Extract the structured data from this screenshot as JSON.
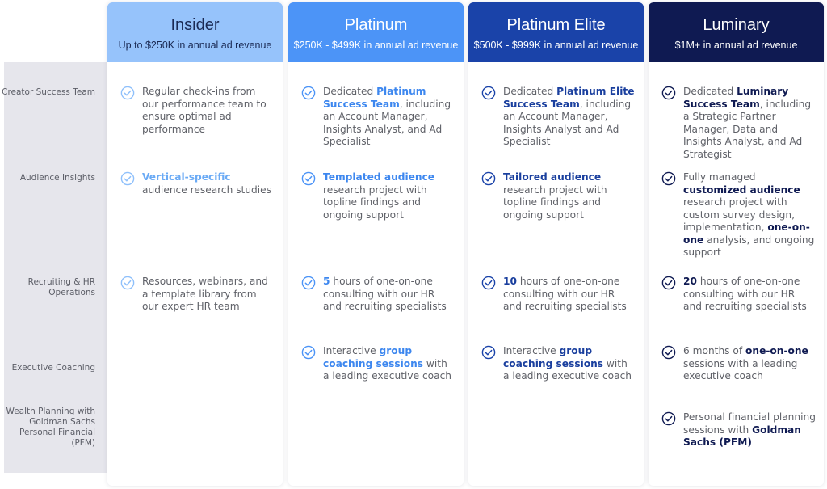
{
  "row_labels": [
    "Creator Success Team",
    "Audience Insights",
    "Recruiting & HR Operations",
    "Executive Coaching",
    "Wealth Planning with Goldman Sachs Personal Financial (PFM)"
  ],
  "colors": {
    "insider": "#96c3fb",
    "platinum": "#4c94f7",
    "platinum_elite": "#1a43a9",
    "luminary": "#0f1a52"
  },
  "icon": "check-circle-icon",
  "tiers": [
    {
      "name": "Insider",
      "range": "Up to $250K in annual ad revenue",
      "cells": {
        "success": [
          {
            "t": "Regular check-ins from our performance team to ensure optimal ad performance",
            "b": false
          }
        ],
        "insights": [
          {
            "t": "Vertical-specific",
            "b": true
          },
          {
            "t": " audience research studies",
            "b": false
          }
        ],
        "recruiting": [
          {
            "t": "Resources, webinars, and a template library from our expert HR team",
            "b": false
          }
        ]
      }
    },
    {
      "name": "Platinum",
      "range": "$250K - $499K in annual ad revenue",
      "cells": {
        "success": [
          {
            "t": "Dedicated ",
            "b": false
          },
          {
            "t": "Platinum Success Team",
            "b": true
          },
          {
            "t": ", including an Account Manager, Insights Analyst, and Ad Specialist",
            "b": false
          }
        ],
        "insights": [
          {
            "t": "Templated audience",
            "b": true
          },
          {
            "t": " research project with topline findings and ongoing support",
            "b": false
          }
        ],
        "recruiting": [
          {
            "t": "5",
            "b": true
          },
          {
            "t": " hours of one-on-one consulting with our HR and recruiting specialists",
            "b": false
          }
        ],
        "coaching": [
          {
            "t": "Interactive ",
            "b": false
          },
          {
            "t": "group coaching sessions",
            "b": true
          },
          {
            "t": " with a leading executive coach",
            "b": false
          }
        ]
      }
    },
    {
      "name": "Platinum Elite",
      "range": "$500K - $999K in annual ad revenue",
      "cells": {
        "success": [
          {
            "t": "Dedicated ",
            "b": false
          },
          {
            "t": "Platinum Elite Success Team",
            "b": true
          },
          {
            "t": ", including an Account Manager, Insights Analyst and Ad Specialist",
            "b": false
          }
        ],
        "insights": [
          {
            "t": "Tailored audience",
            "b": true
          },
          {
            "t": " research project with topline findings and ongoing support",
            "b": false
          }
        ],
        "recruiting": [
          {
            "t": "10",
            "b": true
          },
          {
            "t": " hours of one-on-one consulting with our HR and recruiting specialists",
            "b": false
          }
        ],
        "coaching": [
          {
            "t": "Interactive ",
            "b": false
          },
          {
            "t": "group",
            "b": true
          },
          {
            "t": " ",
            "b": false
          },
          {
            "t": "coaching sessions",
            "b": true
          },
          {
            "t": " with a leading executive coach",
            "b": false
          }
        ]
      }
    },
    {
      "name": "Luminary",
      "range": "$1M+ in annual ad revenue",
      "cells": {
        "success": [
          {
            "t": "Dedicated ",
            "b": false
          },
          {
            "t": "Luminary Success Team",
            "b": true
          },
          {
            "t": ", including a Strategic Partner Manager, Data and Insights Analyst, and Ad Strategist",
            "b": false
          }
        ],
        "insights": [
          {
            "t": "Fully managed ",
            "b": false
          },
          {
            "t": "customized audience",
            "b": true
          },
          {
            "t": " research project with custom survey design, implementation, ",
            "b": false
          },
          {
            "t": "one-on-one",
            "b": true
          },
          {
            "t": " analysis, and ongoing support",
            "b": false
          }
        ],
        "recruiting": [
          {
            "t": "20",
            "b": true
          },
          {
            "t": " hours of one-on-one consulting with our HR and recruiting specialists",
            "b": false
          }
        ],
        "coaching": [
          {
            "t": "6 months of ",
            "b": false
          },
          {
            "t": "one-on-one",
            "b": true
          },
          {
            "t": " sessions with a leading executive coach",
            "b": false
          }
        ],
        "wealth": [
          {
            "t": "Personal financial planning sessions with ",
            "b": false
          },
          {
            "t": "Goldman Sachs (PFM)",
            "b": true
          }
        ]
      }
    }
  ]
}
